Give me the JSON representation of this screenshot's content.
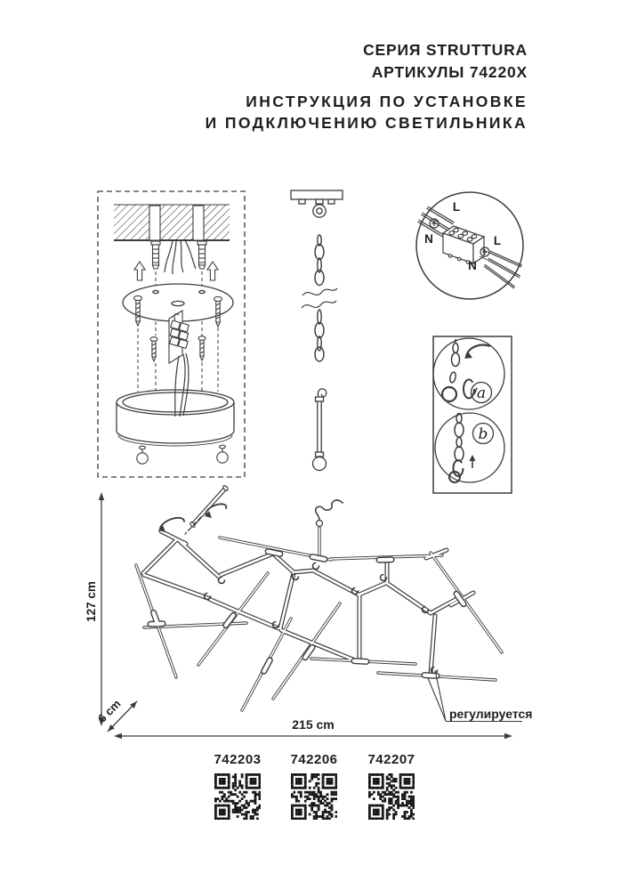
{
  "page": {
    "background": "#ffffff",
    "ink_color": "#1e1e1e",
    "line_color": "#3c3c3c"
  },
  "header": {
    "series_title": "СЕРИЯ STRUTTURA",
    "articles_subtitle": "АРТИКУЛЫ 74220X",
    "instruction_line1": "ИНСТРУКЦИЯ ПО УСТАНОВКЕ",
    "instruction_line2": "И ПОДКЛЮЧЕНИЮ СВЕТИЛЬНИКА"
  },
  "wiring_detail": {
    "terminal_live_label": "L",
    "terminal_neutral_label": "N",
    "wire_live_label": "L",
    "wire_neutral_label": "N"
  },
  "adjustment_steps": {
    "step_a_label": "a",
    "step_b_label": "b"
  },
  "dimensions": {
    "height_label": "127 cm",
    "stem_label": "6 cm",
    "width_label": "215 cm",
    "adjustable_label": "регулируется"
  },
  "articles": {
    "items": [
      {
        "code": "742203"
      },
      {
        "code": "742206"
      },
      {
        "code": "742207"
      }
    ]
  }
}
